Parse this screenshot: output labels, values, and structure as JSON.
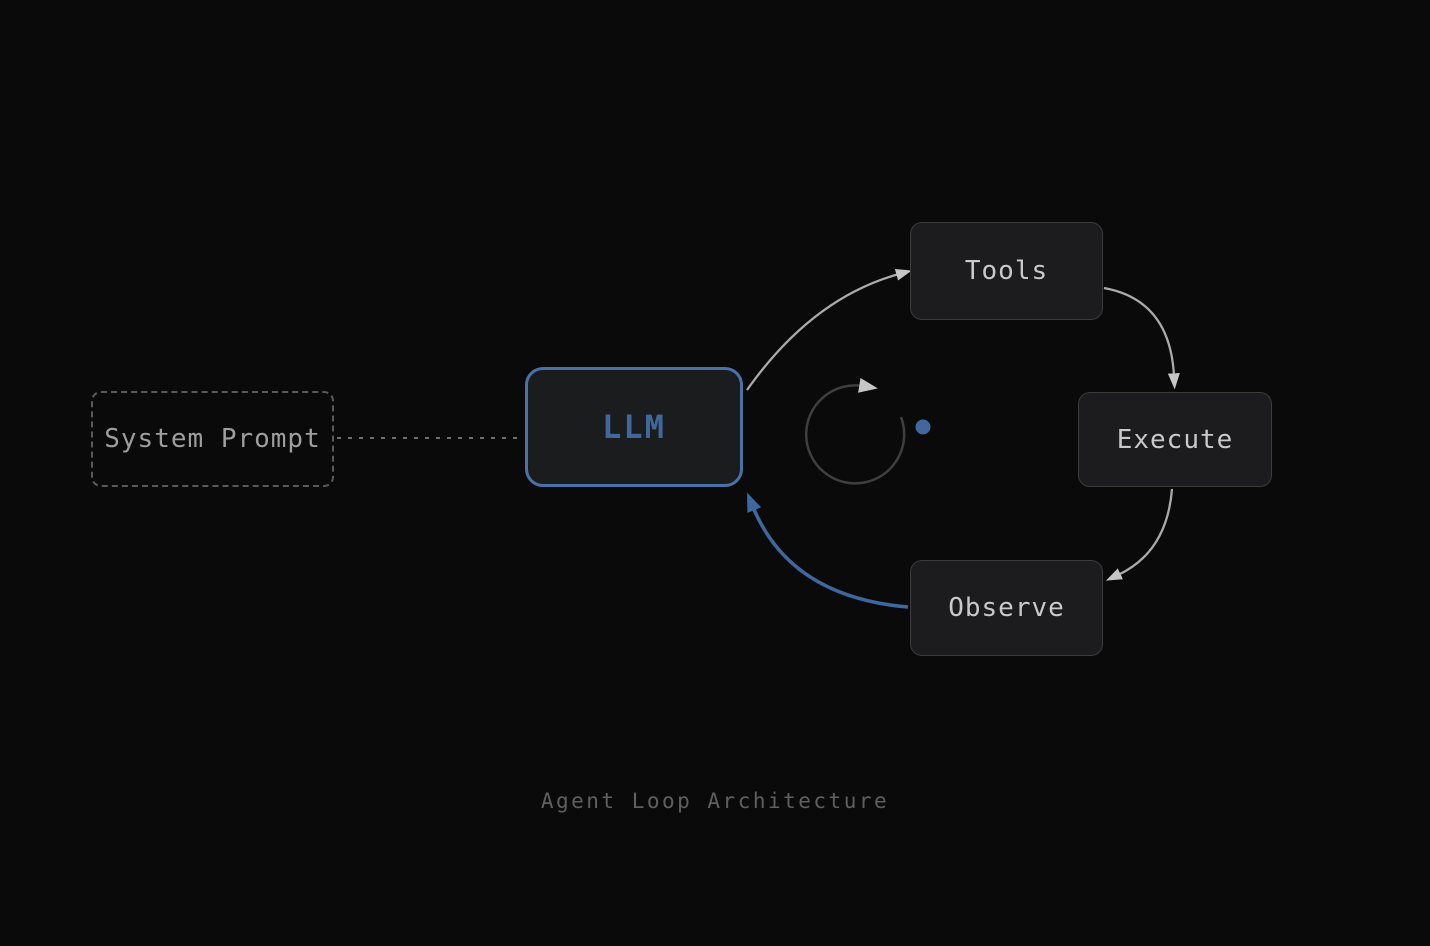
{
  "caption": "Agent Loop Architecture",
  "nodes": {
    "system_prompt": {
      "label": "System Prompt",
      "style": "dashed"
    },
    "llm": {
      "label": "LLM",
      "style": "accent"
    },
    "tools": {
      "label": "Tools",
      "style": "default"
    },
    "execute": {
      "label": "Execute",
      "style": "default"
    },
    "observe": {
      "label": "Observe",
      "style": "default"
    }
  },
  "edges": [
    {
      "from": "System Prompt",
      "to": "LLM",
      "style": "dotted-gray"
    },
    {
      "from": "LLM",
      "to": "Tools",
      "style": "curved-gray-arrow"
    },
    {
      "from": "Tools",
      "to": "Execute",
      "style": "curved-gray-arrow"
    },
    {
      "from": "Execute",
      "to": "Observe",
      "style": "curved-gray-arrow"
    },
    {
      "from": "Observe",
      "to": "LLM",
      "style": "curved-blue-arrow"
    }
  ],
  "icons": {
    "loop": "circular-clockwise-arrow",
    "status_dot": "blue-dot"
  },
  "colors": {
    "background": "#0a0a0b",
    "node_fill": "#1c1c1e",
    "node_border": "#3c3c3f",
    "node_text": "#c9c9c9",
    "accent_blue": "#4a72a8",
    "accent_blue_text": "#40689c",
    "arrow_blue": "#3d69a0",
    "muted_text": "#9e9e9e",
    "caption_text": "#5f5f5f",
    "arrow_gray": "#ababab",
    "arrowhead_gray": "#c6c6c6",
    "loop_ring": "#3f3f42",
    "dotted_line": "#6e6e6e",
    "dashed_border": "#5a5a5a"
  }
}
